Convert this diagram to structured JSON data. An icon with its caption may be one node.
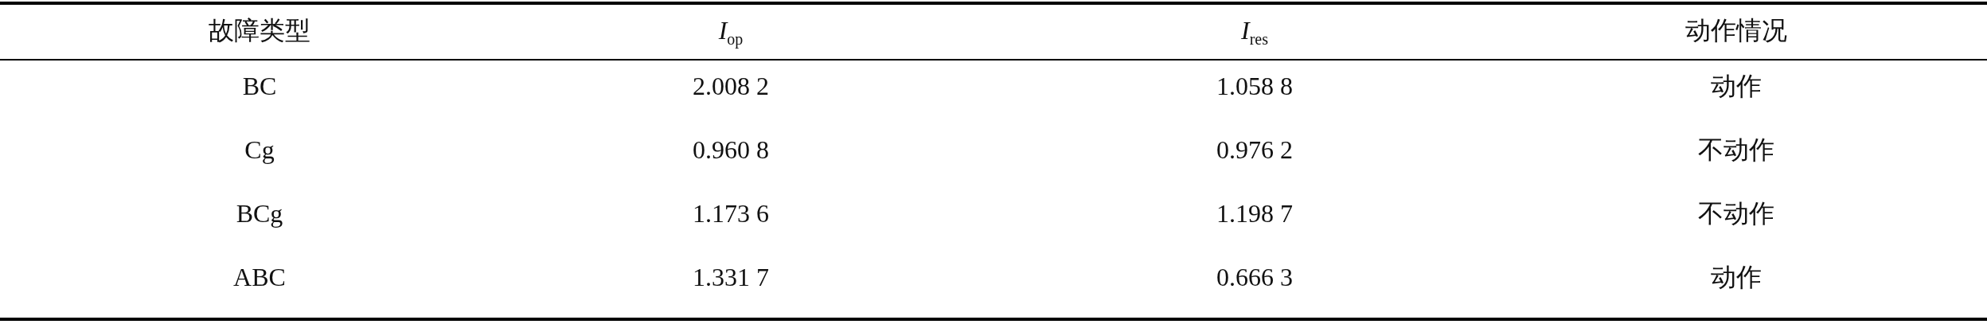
{
  "diagram": {
    "labels": [
      "故障类型",
      "*I*$_{op}$",
      "*I*$_{res}$",
      "动作情况",
      "BC",
      "2.008 2",
      "1.058 8",
      "动作",
      "Cg",
      "0.960 8",
      "0.976 2",
      "不动作",
      "BCg",
      "1.173 6",
      "1.198 7",
      "不动作",
      "ABC",
      "1.331 7",
      "0.666 3",
      "动作"
    ]
  }
}
